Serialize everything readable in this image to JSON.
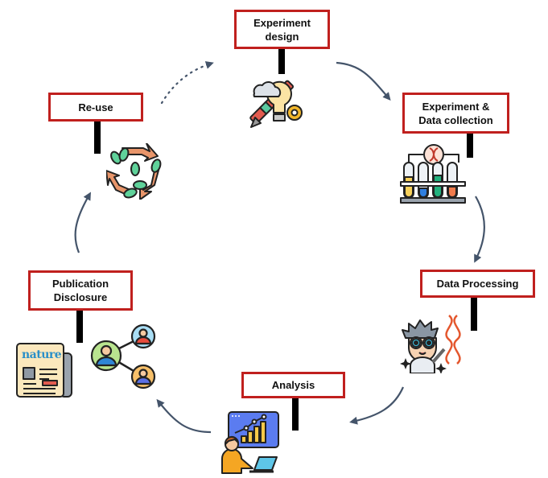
{
  "diagram": {
    "title": "Research data lifecycle",
    "stages": [
      {
        "id": "experiment-design",
        "label": "Experiment\ndesign",
        "icon": "lightbulb-pencil-gear-icon"
      },
      {
        "id": "experiment-data-collection",
        "label": "Experiment &\nData collection",
        "icon": "test-tubes-dna-icon"
      },
      {
        "id": "data-processing",
        "label": "Data Processing",
        "icon": "scientist-dna-icon"
      },
      {
        "id": "analysis",
        "label": "Analysis",
        "icon": "person-chart-laptop-icon"
      },
      {
        "id": "publication-disclosure",
        "label": "Publication\nDisclosure",
        "icon": "newspaper-network-icon"
      },
      {
        "id": "re-use",
        "label": "Re-use",
        "icon": "recycle-leaves-icon"
      }
    ],
    "newspaper_masthead": "nature",
    "flow": [
      {
        "from": "experiment-design",
        "to": "experiment-data-collection",
        "style": "solid"
      },
      {
        "from": "experiment-data-collection",
        "to": "data-processing",
        "style": "solid"
      },
      {
        "from": "data-processing",
        "to": "analysis",
        "style": "solid"
      },
      {
        "from": "analysis",
        "to": "publication-disclosure",
        "style": "solid"
      },
      {
        "from": "publication-disclosure",
        "to": "re-use",
        "style": "solid"
      },
      {
        "from": "re-use",
        "to": "experiment-design",
        "style": "dotted"
      }
    ],
    "colors": {
      "box_border": "#c0201e",
      "post": "#000000",
      "arrow": "#44546a"
    }
  }
}
